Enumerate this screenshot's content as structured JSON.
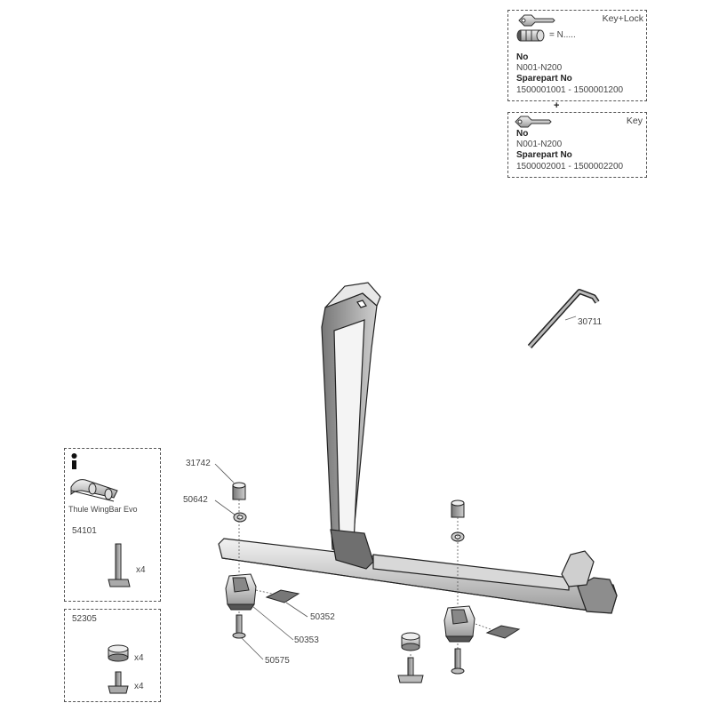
{
  "key_lock_box": {
    "title": "Key+Lock",
    "equals_label": "= N.....",
    "no_heading": "No",
    "no_range": "N001-N200",
    "sparepart_heading": "Sparepart No",
    "sparepart_range": "1500001001 - 1500001200"
  },
  "plus_sign": "+",
  "key_box": {
    "title": "Key",
    "no_heading": "No",
    "no_range": "N001-N200",
    "sparepart_heading": "Sparepart No",
    "sparepart_range": "1500002001 - 1500002200"
  },
  "info_box": {
    "info_glyph": "i",
    "bar_caption": "Thule WingBar Evo",
    "part_number": "54101",
    "quantity": "x4"
  },
  "adapter_box": {
    "part_number": "52305",
    "quantity_top": "x4",
    "quantity_bottom": "x4"
  },
  "part_labels": {
    "allen_key": "30711",
    "nut": "31742",
    "washer": "50642",
    "pad": "50352",
    "clamp": "50353",
    "bolt": "50575"
  }
}
